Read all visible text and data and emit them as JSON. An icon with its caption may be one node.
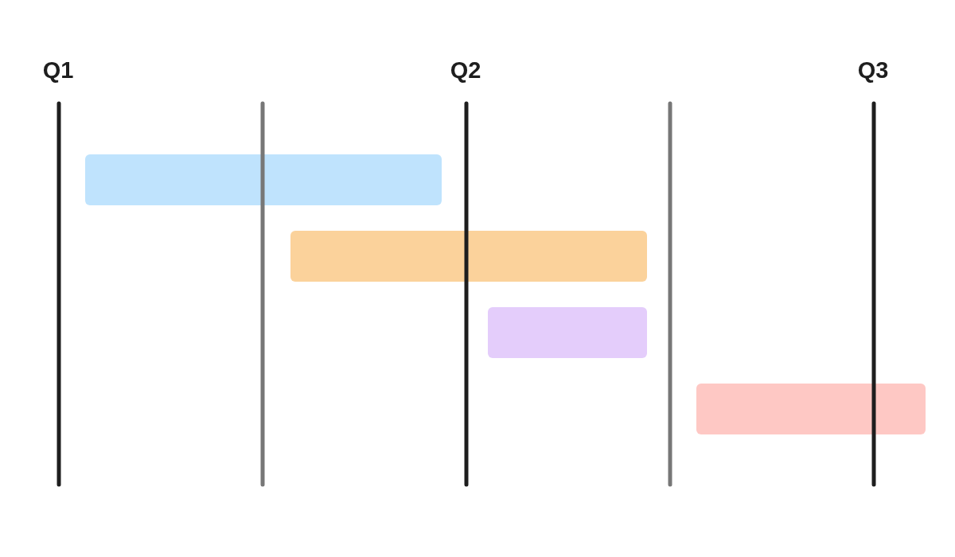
{
  "diagram": {
    "nodes": [
      {
        "text": [],
        "shape": "bar"
      },
      {
        "text": [],
        "shape": "bar"
      },
      {
        "text": [],
        "shape": "bar"
      },
      {
        "text": [],
        "shape": "bar"
      }
    ],
    "edges": [],
    "labels": [
      "Q1",
      "Q2",
      "Q3"
    ]
  }
}
